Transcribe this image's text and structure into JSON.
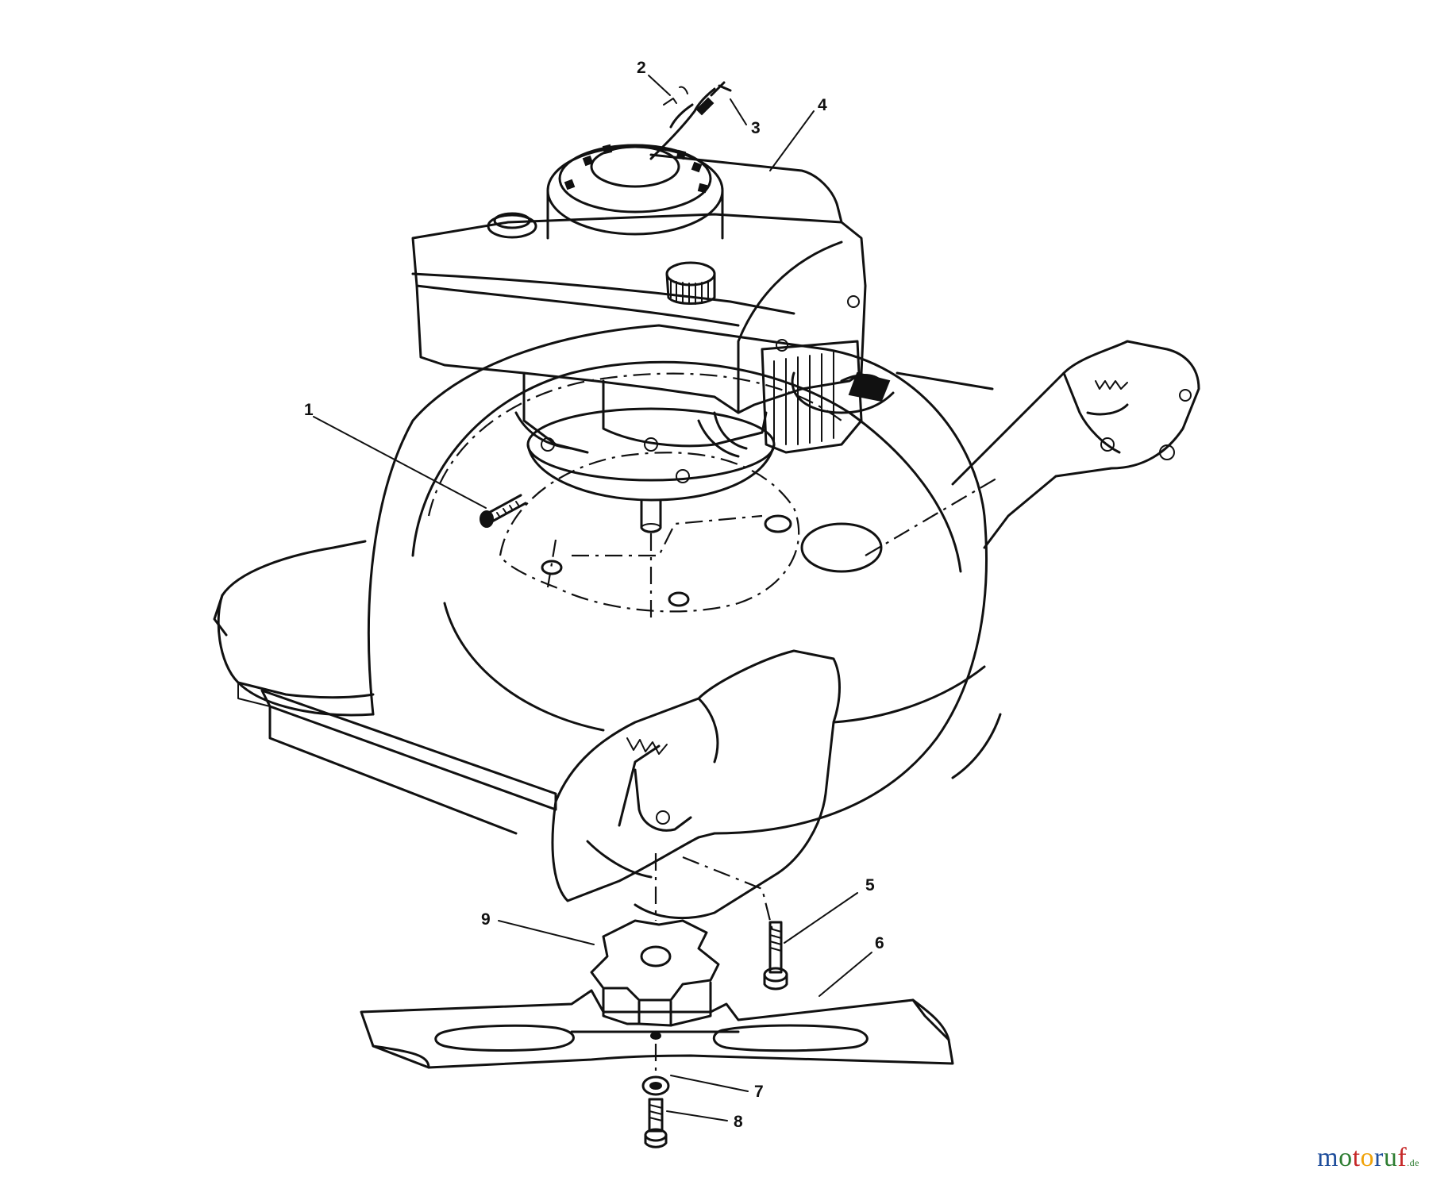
{
  "callouts": [
    {
      "id": "1",
      "label": "1"
    },
    {
      "id": "2",
      "label": "2"
    },
    {
      "id": "3",
      "label": "3"
    },
    {
      "id": "4",
      "label": "4"
    },
    {
      "id": "5",
      "label": "5"
    },
    {
      "id": "6",
      "label": "6"
    },
    {
      "id": "7",
      "label": "7"
    },
    {
      "id": "8",
      "label": "8"
    },
    {
      "id": "9",
      "label": "9"
    }
  ],
  "watermark": {
    "text": "motoruf",
    "suffix": ".de",
    "colors": [
      "#1f4e9c",
      "#2e7d32",
      "#c62828",
      "#f0a30a"
    ]
  }
}
